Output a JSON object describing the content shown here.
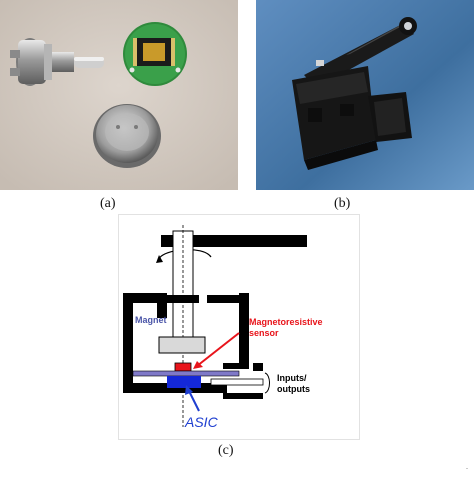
{
  "figure": {
    "panels": [
      {
        "id": "a",
        "caption": "(a)"
      },
      {
        "id": "b",
        "caption": "(b)"
      },
      {
        "id": "c",
        "caption": "(c)"
      }
    ],
    "diagram": {
      "labels": {
        "magnet": "Magnet",
        "sensor_line1": "Magnetoresistive",
        "sensor_line2": "sensor",
        "io_line1": "Inputs/",
        "io_line2": "outputs",
        "asic": "ASIC"
      },
      "colors": {
        "housing": "#000000",
        "magnet": "#d9d9d9",
        "sensor": "#e8141b",
        "sensor_arrow": "#e8141b",
        "substrate": "#7f79c8",
        "asic": "#1428d8",
        "asic_label": "#1f3fd0",
        "magnet_label": "#4a55a8"
      }
    },
    "stray_mark": "."
  }
}
